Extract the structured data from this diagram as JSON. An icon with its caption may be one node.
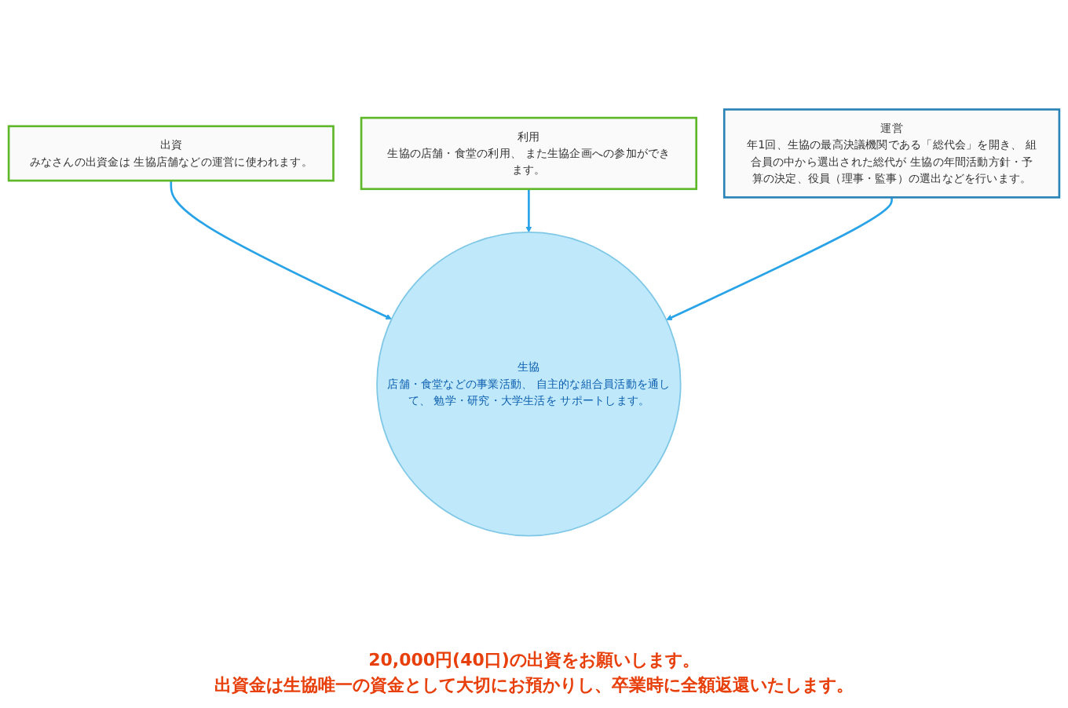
{
  "diagram": {
    "nodes": [
      {
        "text": [
          "出資",
          "みなさんの出資金は 生協店舗などの運営に使われます。"
        ]
      },
      {
        "text": [
          "利用",
          "生協の店舗・食堂の利用、 また生協企画への参加ができます。"
        ]
      },
      {
        "text": [
          "生協",
          "店舗・食堂などの事業活動、 自主的な組合員活動を通して、 勉学・研究・大学生活を サポートします。"
        ]
      },
      {
        "text": [
          "運営",
          "年1回、生協の最高決議機関である「総代会」を開き、 組合員の中から選出された総代が 生協の年間活動方針・予算の決定、役員（理事・監事）の選出などを行います。"
        ]
      }
    ],
    "edges": [
      {
        "from": 0,
        "to": 2,
        "arrow": "to"
      },
      {
        "from": 1,
        "to": 2,
        "arrow": "to"
      },
      {
        "from": 3,
        "to": 2,
        "arrow": "to"
      }
    ],
    "labels": [
      "20,000円(40口)の出資をお願いします。",
      "出資金は生協唯一の資金として大切にお預かりし、卒業時に全額返還いたします。"
    ]
  }
}
